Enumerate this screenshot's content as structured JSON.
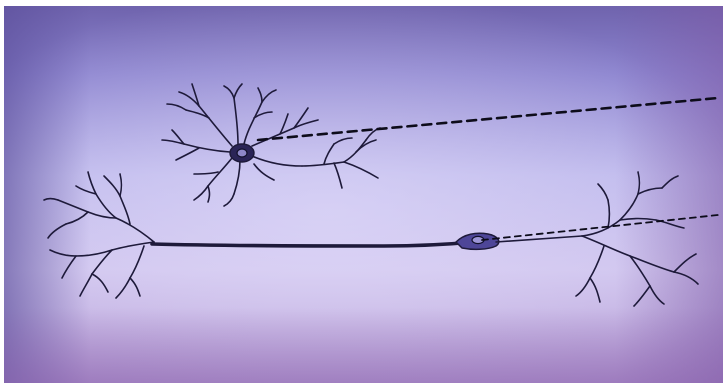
{
  "scene": {
    "kind": "photograph-of-drawing",
    "subject": "neurons",
    "background_colors": [
      "#6f5fa8",
      "#9a8fd6",
      "#c8c3ee",
      "#d6c6ec",
      "#9c80c0"
    ],
    "ink_color": "#1e1a3a",
    "leader_lines": 2
  }
}
